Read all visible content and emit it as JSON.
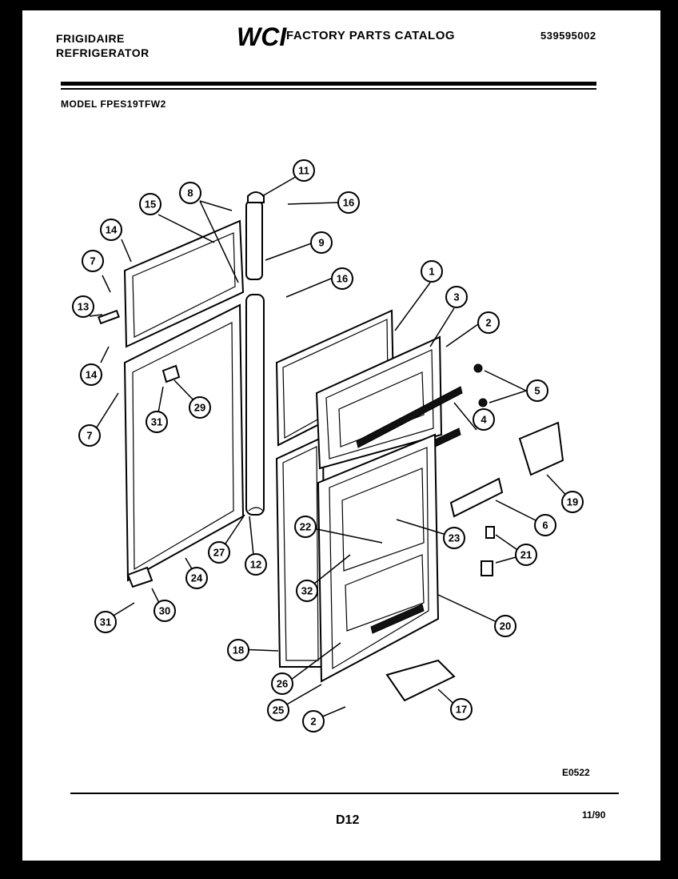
{
  "header": {
    "brand_line1": "FRIGIDAIRE",
    "brand_line2": "REFRIGERATOR",
    "logo_text": "WCI",
    "catalog_title": "FACTORY PARTS CATALOG",
    "part_number": "539595002",
    "model": "MODEL FPES19TFW2"
  },
  "footer": {
    "figure_code": "E0522",
    "page_code": "D12",
    "date": "11/90"
  },
  "callouts": [
    "1",
    "2",
    "2",
    "3",
    "4",
    "5",
    "6",
    "7",
    "7",
    "8",
    "9",
    "11",
    "12",
    "13",
    "14",
    "14",
    "15",
    "16",
    "16",
    "17",
    "18",
    "19",
    "20",
    "21",
    "22",
    "23",
    "24",
    "25",
    "26",
    "27",
    "29",
    "30",
    "31",
    "31",
    "32"
  ]
}
